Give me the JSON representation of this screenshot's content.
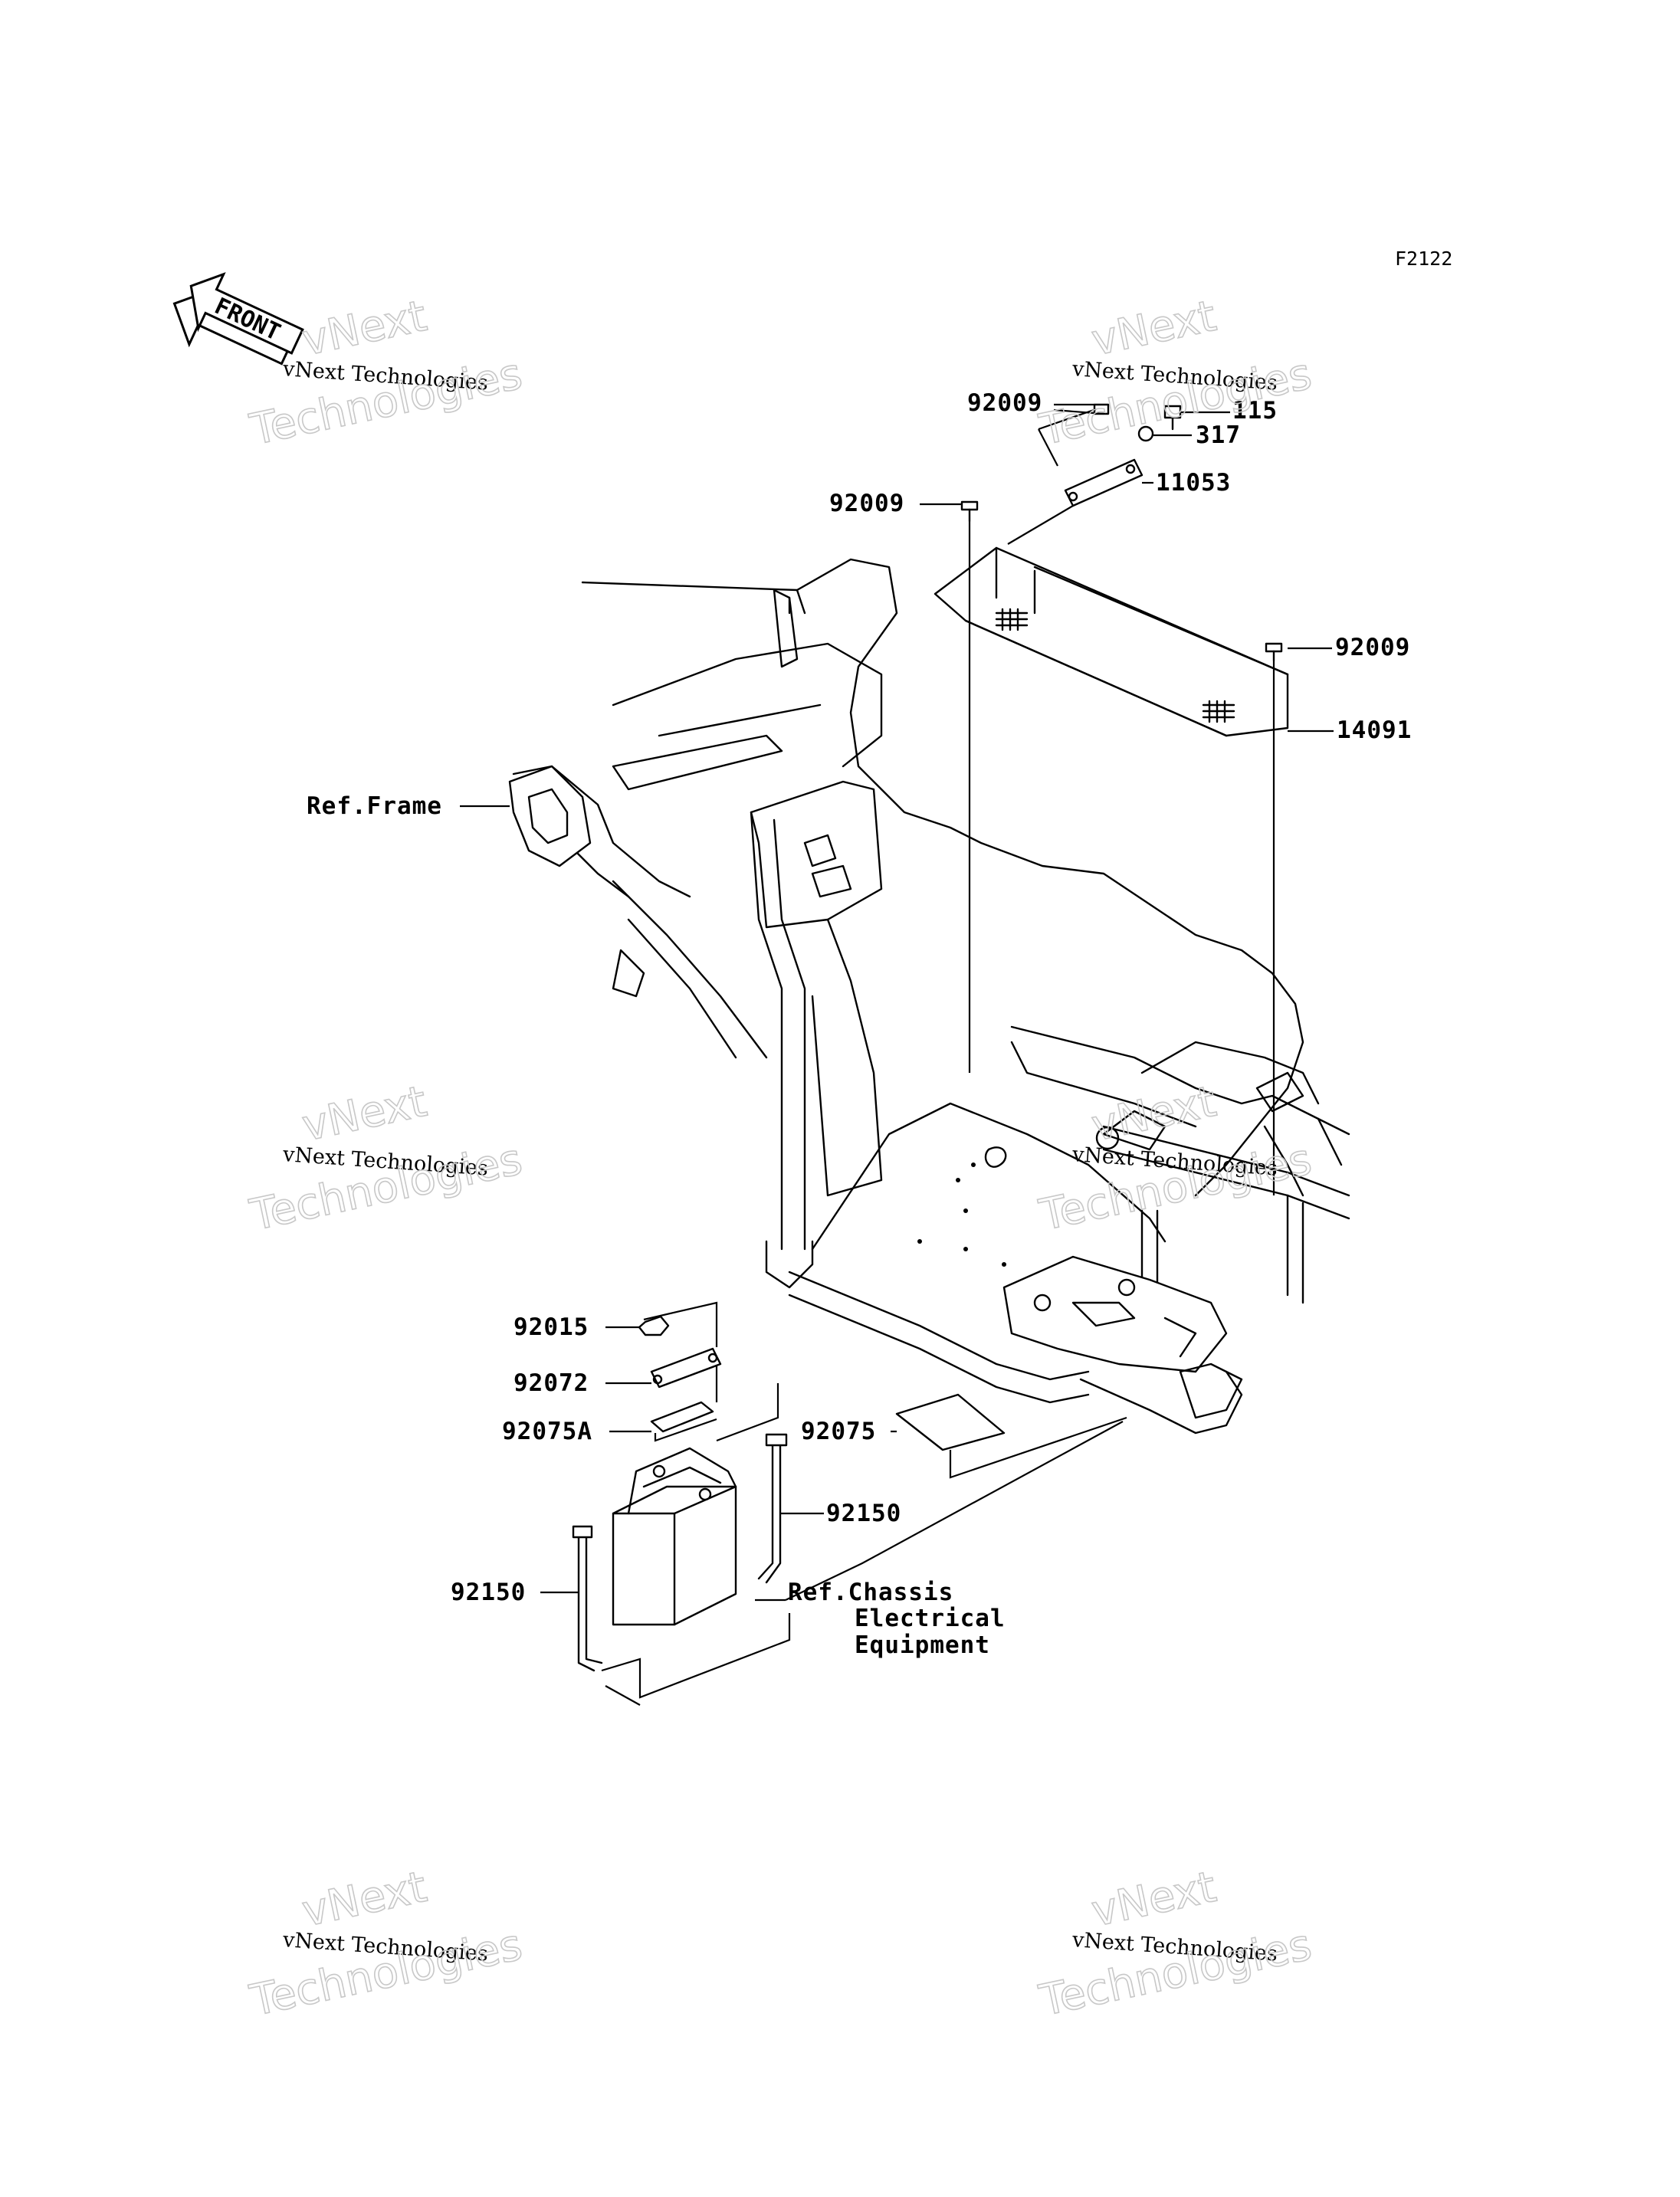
{
  "figure_code": "F2122",
  "front_label": "FRONT",
  "callouts": {
    "c92009_a": "92009",
    "c115": "115",
    "c317": "317",
    "c11053": "11053",
    "c92009_b": "92009",
    "c92009_c": "92009",
    "c14091": "14091",
    "ref_frame": "Ref.Frame",
    "c92015": "92015",
    "c92072": "92072",
    "c92075A": "92075A",
    "c92075": "92075",
    "c92150_a": "92150",
    "c92150_b": "92150",
    "ref_chassis_1": "Ref.Chassis",
    "ref_chassis_2": "Electrical",
    "ref_chassis_3": "Equipment"
  },
  "watermark": {
    "line1": "vNext Technologies",
    "line2a": "vNext",
    "line2b": "Technologies"
  }
}
